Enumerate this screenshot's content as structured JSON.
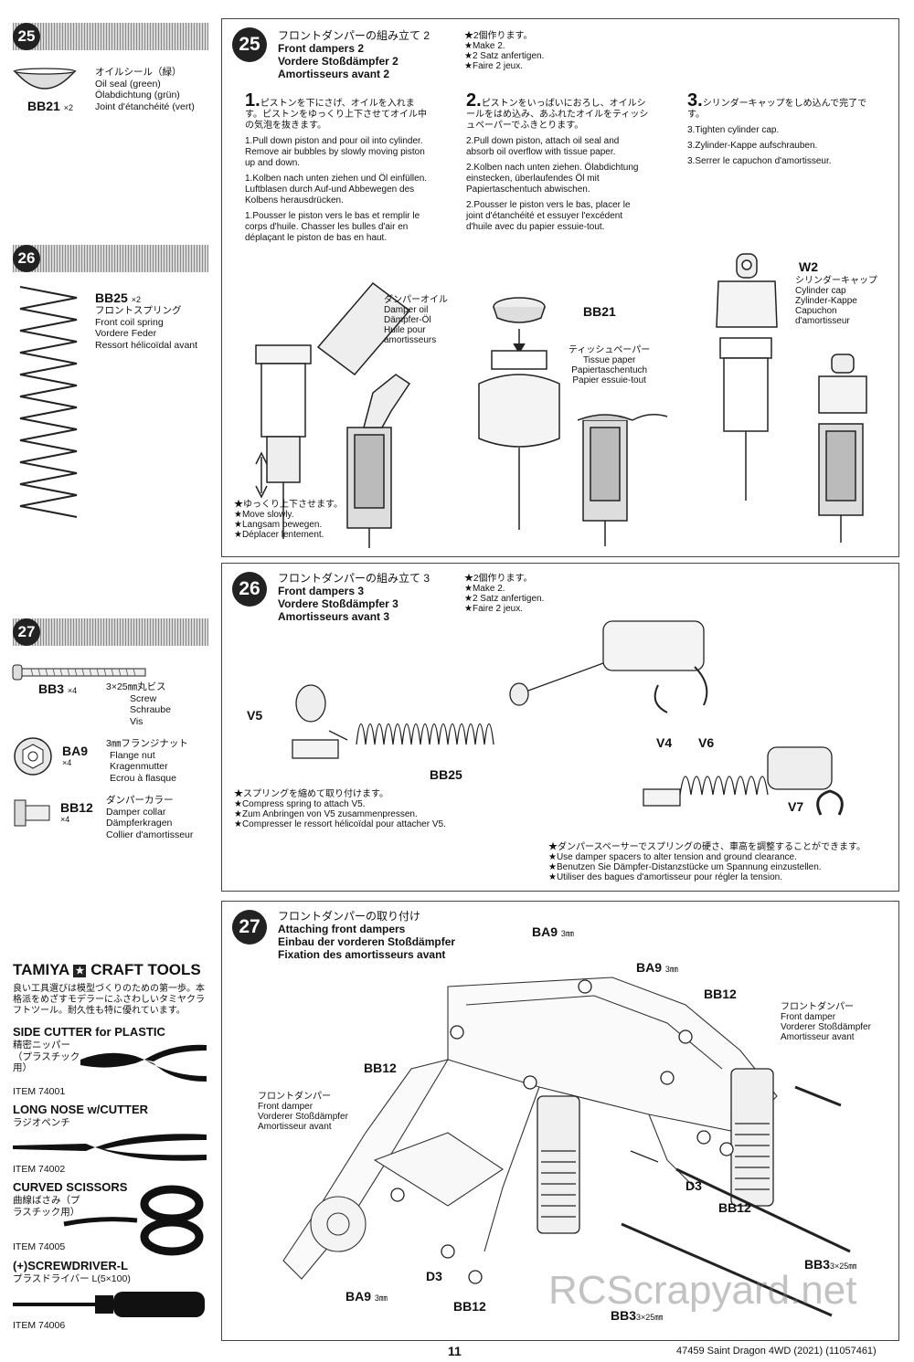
{
  "sidebar": {
    "s25": {
      "num": "25",
      "name_ja": "オイルシール（緑）",
      "name_en": "Oil seal (green)",
      "name_de": "Ölabdichtung (grün)",
      "name_fr": "Joint d'étanchéité (vert)",
      "part": "BB21",
      "qty": "×2"
    },
    "s26": {
      "num": "26",
      "part": "BB25",
      "qty": "×2",
      "name_ja": "フロントスプリング",
      "name_en": "Front coil spring",
      "name_de": "Vordere Feder",
      "name_fr": "Ressort hélicoïdal avant"
    },
    "s27": {
      "num": "27",
      "bb3": {
        "part": "BB3",
        "qty": "×4",
        "size": "3×25㎜丸ビス",
        "en": "Screw",
        "de": "Schraube",
        "fr": "Vis"
      },
      "ba9": {
        "part": "BA9",
        "qty": "×4",
        "size": "3㎜フランジナット",
        "en": "Flange nut",
        "de": "Kragenmutter",
        "fr": "Ecrou à flasque"
      },
      "bb12": {
        "part": "BB12",
        "qty": "×4",
        "ja": "ダンパーカラー",
        "en": "Damper collar",
        "de": "Dämpferkragen",
        "fr": "Collier d'amortisseur"
      }
    },
    "tools": {
      "brand": "TAMIYA",
      "brand2": "CRAFT TOOLS",
      "intro": "良い工具選びは模型づくりのための第一歩。本格派をめざすモデラーにふさわしいタミヤクラフトツール。耐久性も特に優れています。",
      "t1_title": "SIDE CUTTER for PLASTIC",
      "t1_ja": "精密ニッパー（プラスチック用）",
      "t1_item": "ITEM 74001",
      "t2_title": "LONG NOSE w/CUTTER",
      "t2_ja": "ラジオペンチ",
      "t2_item": "ITEM 74002",
      "t3_title": "CURVED SCISSORS",
      "t3_ja": "曲線ばさみ（プラスチック用）",
      "t3_item": "ITEM 74005",
      "t4_title": "(+)SCREWDRIVER-L",
      "t4_ja": "プラスドライバー L(5×100)",
      "t4_item": "ITEM 74006"
    }
  },
  "step25": {
    "num": "25",
    "title_ja": "フロントダンパーの組み立て 2",
    "title_en": "Front dampers 2",
    "title_de": "Vordere Stoßdämpfer 2",
    "title_fr": "Amortisseurs avant 2",
    "make": [
      "★2個作ります。",
      "★Make 2.",
      "★2 Satz anfertigen.",
      "★Faire 2 jeux."
    ],
    "s1_ja": "ピストンを下にさげ、オイルを入れます。ピストンをゆっくり上下させてオイル中の気泡を抜きます。",
    "s1_en": "1.Pull down piston and pour oil into cylinder. Remove air bubbles by slowly moving piston up and down.",
    "s1_de": "1.Kolben nach unten ziehen und Öl einfüllen. Luftblasen durch Auf-und Abbewegen des Kolbens herausdrücken.",
    "s1_fr": "1.Pousser le piston vers le bas et remplir le corps d'huile. Chasser les bulles d'air en déplaçant le piston de bas en haut.",
    "s2_ja": "ピストンをいっぱいにおろし、オイルシールをはめ込み、あふれたオイルをティッシュペーパーでふきとります。",
    "s2_en": "2.Pull down piston, attach oil seal and absorb oil overflow with tissue paper.",
    "s2_de": "2.Kolben nach unten ziehen. Ölabdichtung einstecken, überlaufendes Öl mit Papiertaschentuch abwischen.",
    "s2_fr": "2.Pousser le piston vers le bas, placer le joint d'étanchéité et essuyer l'excédent d'huile avec du papier essuie-tout.",
    "s3_ja": "シリンダーキャップをしめ込んで完了です。",
    "s3_en": "3.Tighten cylinder cap.",
    "s3_de": "3.Zylinder-Kappe aufschrauben.",
    "s3_fr": "3.Serrer le capuchon d'amortisseur.",
    "oil": [
      "ダンパーオイル",
      "Damper oil",
      "Dämpfer-Öl",
      "Huile pour",
      "amortisseurs"
    ],
    "tissue": [
      "ティッシュペーパー",
      "Tissue paper",
      "Papiertaschentuch",
      "Papier essuie-tout"
    ],
    "w2": "W2",
    "cap": [
      "シリンダーキャップ",
      "Cylinder cap",
      "Zylinder-Kappe",
      "Capuchon",
      "d'amortisseur"
    ],
    "bb21": "BB21",
    "slow": [
      "★ゆっくり上下させます。",
      "★Move slowly.",
      "★Langsam bewegen.",
      "★Déplacer lentement."
    ]
  },
  "step26": {
    "num": "26",
    "title_ja": "フロントダンパーの組み立て 3",
    "title_en": "Front dampers 3",
    "title_de": "Vordere Stoßdämpfer 3",
    "title_fr": "Amortisseurs avant 3",
    "make": [
      "★2個作ります。",
      "★Make 2.",
      "★2 Satz anfertigen.",
      "★Faire 2 jeux."
    ],
    "v5": "V5",
    "bb25": "BB25",
    "v4": "V4",
    "v6": "V6",
    "v7": "V7",
    "compress": [
      "★スプリングを縮めて取り付けます。",
      "★Compress spring to attach V5.",
      "★Zum Anbringen von V5 zusammenpressen.",
      "★Compresser le ressort hélicoïdal pour attacher V5."
    ],
    "spacers": [
      "★ダンパースペーサーでスプリングの硬さ、車高を調整することができます。",
      "★Use damper spacers to alter tension and ground clearance.",
      "★Benutzen Sie Dämpfer-Distanzstücke um Spannung einzustellen.",
      "★Utiliser des bagues d'amortisseur pour régler la tension."
    ]
  },
  "step27": {
    "num": "27",
    "title_ja": "フロントダンパーの取り付け",
    "title_en": "Attaching front dampers",
    "title_de": "Einbau der vorderen Stoßdämpfer",
    "title_fr": "Fixation des amortisseurs avant",
    "ba9": "BA9",
    "mm3": "3㎜",
    "bb12": "BB12",
    "d3": "D3",
    "bb3": "BB3",
    "size": "3×25㎜",
    "damper_r": [
      "フロントダンパー",
      "Front damper",
      "Vorderer Stoßdämpfer",
      "Amortisseur avant"
    ],
    "damper_l": [
      "フロントダンパー",
      "Front damper",
      "Vorderer Stoßdämpfer",
      "Amortisseur avant"
    ]
  },
  "footer": {
    "page": "11",
    "model": "47459 Saint Dragon 4WD (2021) (11057461)"
  },
  "watermark": "RCScrapyard.net"
}
